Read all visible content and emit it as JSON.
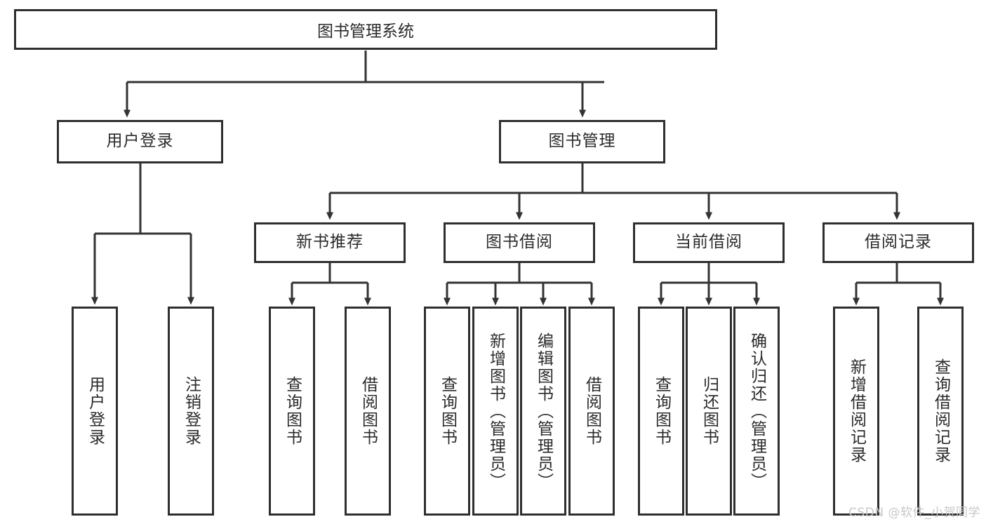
{
  "diagram": {
    "title": "图书管理系统",
    "type": "tree-hierarchy",
    "orientation": "top-down",
    "colors": {
      "box_border": "#2f2f2f",
      "box_fill": "#ffffff",
      "connector": "#333333",
      "text": "#2b2b2b",
      "watermark": "#c8c8c8",
      "background": "#ffffff"
    },
    "root": {
      "label": "图书管理系统"
    },
    "level1": [
      {
        "label": "用户登录"
      },
      {
        "label": "图书管理"
      }
    ],
    "level2": [
      {
        "label": "新书推荐"
      },
      {
        "label": "图书借阅"
      },
      {
        "label": "当前借阅"
      },
      {
        "label": "借阅记录"
      }
    ],
    "leaves": {
      "user_login": [
        {
          "label": "用户登录"
        },
        {
          "label": "注销登录"
        }
      ],
      "new_book_recommend": [
        {
          "label": "查询图书"
        },
        {
          "label": "借阅图书"
        }
      ],
      "book_borrow": [
        {
          "label": "查询图书"
        },
        {
          "label": "新增图书（管理员）"
        },
        {
          "label": "编辑图书（管理员）"
        },
        {
          "label": "借阅图书"
        }
      ],
      "current_borrow": [
        {
          "label": "查询图书"
        },
        {
          "label": "归还图书"
        },
        {
          "label": "确认归还（管理员）"
        }
      ],
      "borrow_record": [
        {
          "label": "新增借阅记录"
        },
        {
          "label": "查询借阅记录"
        }
      ]
    }
  },
  "watermark": {
    "text": "CSDN @软件_小贺同学"
  }
}
